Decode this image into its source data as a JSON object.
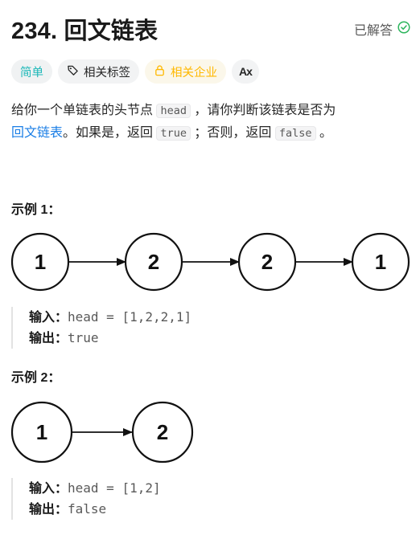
{
  "problem": {
    "title": "234. 回文链表",
    "solved_label": "已解答",
    "tags": {
      "difficulty": "简单",
      "related_tags": "相关标签",
      "related_companies": "相关企业",
      "translate_icon": "Ax"
    },
    "description": {
      "p1_a": "给你一个单链表的头节点 ",
      "p1_code": "head",
      "p1_b": " ，请你判断该链表是否为",
      "p1_link": "回文链表",
      "p1_c": "。如果是，返回 ",
      "p1_code2": "true",
      "p1_d": " ；否则，返回 ",
      "p1_code3": "false",
      "p1_e": " 。"
    }
  },
  "examples": [
    {
      "title": "示例 1：",
      "nodes": [
        "1",
        "2",
        "2",
        "1"
      ],
      "input_label": "输入：",
      "input_value": "head = [1,2,2,1]",
      "output_label": "输出：",
      "output_value": "true"
    },
    {
      "title": "示例 2：",
      "nodes": [
        "1",
        "2"
      ],
      "input_label": "输入：",
      "input_value": "head = [1,2]",
      "output_label": "输出：",
      "output_value": "false"
    }
  ],
  "colors": {
    "difficulty_easy": "#1cb8b8",
    "company_gold": "#ffb800",
    "link_blue": "#1a7ee6",
    "solved_green": "#2db55d"
  }
}
